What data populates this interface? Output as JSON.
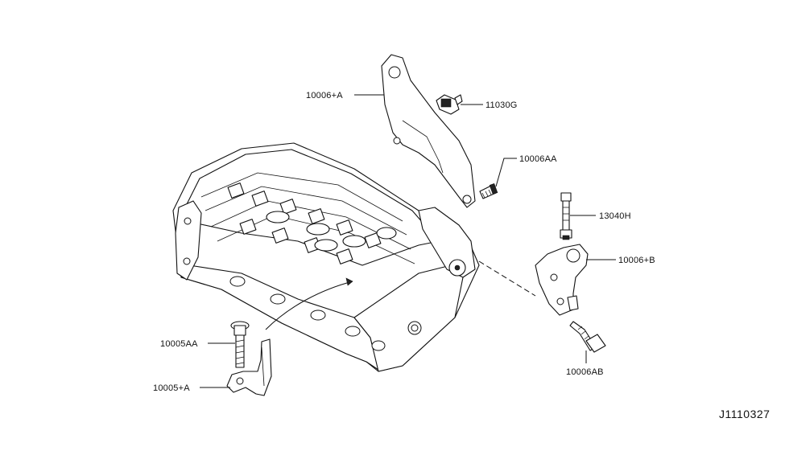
{
  "diagram": {
    "reference_code": "J1110327",
    "callouts": [
      {
        "id": "head-bracket-a",
        "text": "10006+A"
      },
      {
        "id": "sensor",
        "text": "11030G"
      },
      {
        "id": "bolt-aa",
        "text": "10006AA"
      },
      {
        "id": "sensor-long",
        "text": "13040H"
      },
      {
        "id": "bracket-b",
        "text": "10006+B"
      },
      {
        "id": "bolt-ab",
        "text": "10006AB"
      },
      {
        "id": "bolt-5aa",
        "text": "10005AA"
      },
      {
        "id": "bracket-5a",
        "text": "10005+A"
      }
    ]
  }
}
